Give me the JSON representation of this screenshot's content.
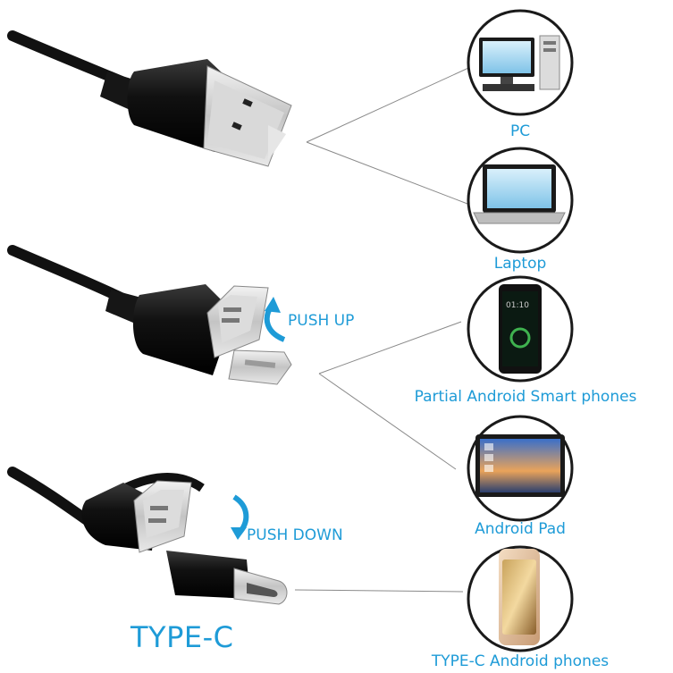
{
  "devices": [
    {
      "id": "pc",
      "label": "PC",
      "icon": "desktop-pc-icon"
    },
    {
      "id": "laptop",
      "label": "Laptop",
      "icon": "laptop-icon"
    },
    {
      "id": "phone",
      "label": "Partial Android Smart phones",
      "icon": "smartphone-icon",
      "screen_text": "01:10"
    },
    {
      "id": "pad",
      "label": "Android Pad",
      "icon": "tablet-icon"
    },
    {
      "id": "typec_phone",
      "label": "TYPE-C Android phones",
      "icon": "curved-phone-icon"
    }
  ],
  "connectors": {
    "usb_a": {
      "icon": "usb-a-plug-icon"
    },
    "micro_usb": {
      "icon": "micro-usb-plug-icon",
      "action": "PUSH UP"
    },
    "type_c": {
      "icon": "type-c-plug-icon",
      "action": "PUSH DOWN",
      "title": "TYPE-C"
    }
  },
  "colors": {
    "accent": "#1e9bd7",
    "cable": "#111111",
    "metal": "#c9c9c9",
    "circle": "#1a1a1a",
    "line": "#8a8a8a"
  }
}
